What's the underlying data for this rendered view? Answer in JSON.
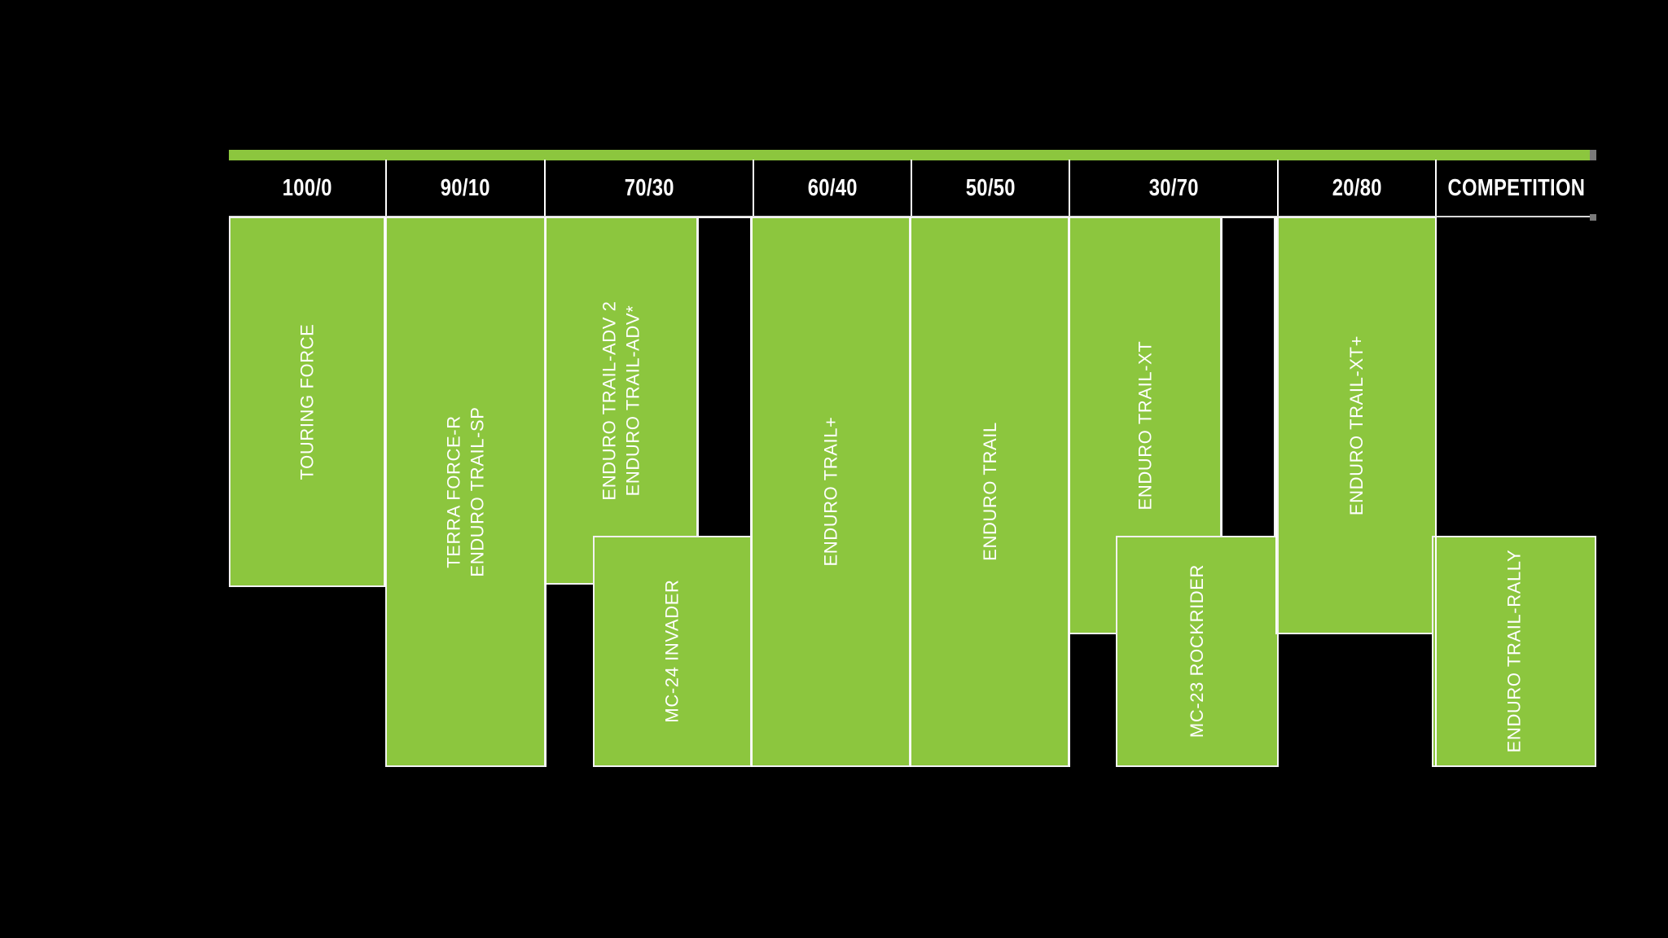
{
  "chart_data": {
    "type": "bar",
    "title": "",
    "xlabel": "",
    "ylabel": "",
    "legend": [],
    "grid": false,
    "categories": [
      "100/0",
      "90/10",
      "70/30",
      "60/40",
      "50/50",
      "30/70",
      "20/80",
      "COMPETITION"
    ],
    "category_meaning": "on-road / off-road usage ratio",
    "colors": {
      "bar": "#8CC63E",
      "background": "#000000",
      "outline": "#FFFFFF",
      "label_text": "#FFFFFF"
    },
    "series": [
      {
        "name": "ENDURO TRAIL-RALLY",
        "category": "COMPETITION",
        "span_start": "COMPETITION",
        "span_end": "COMPETITION",
        "band": "lower",
        "label_lines": [
          "ENDURO TRAIL-RALLY"
        ]
      }
    ],
    "blocks": [
      {
        "label_lines": [
          "TOURING FORCE"
        ],
        "categories": [
          "100/0"
        ],
        "band": "upper"
      },
      {
        "label_lines": [
          "TERRA FORCE-R",
          "ENDURO TRAIL-SP"
        ],
        "categories": [
          "90/10"
        ],
        "band": "full"
      },
      {
        "label_lines": [
          "ENDURO TRAIL-ADV 2",
          "ENDURO TRAIL-ADV*"
        ],
        "categories": [
          "70/30"
        ],
        "band": "upper"
      },
      {
        "label_lines": [
          "MC-24 INVADER"
        ],
        "categories": [
          "70/30",
          "60/40"
        ],
        "band": "lower"
      },
      {
        "label_lines": [
          "ENDURO TRAIL+"
        ],
        "categories": [
          "60/40"
        ],
        "band": "full"
      },
      {
        "label_lines": [
          "ENDURO TRAIL"
        ],
        "categories": [
          "50/50"
        ],
        "band": "full"
      },
      {
        "label_lines": [
          "ENDURO TRAIL-XT"
        ],
        "categories": [
          "30/70"
        ],
        "band": "upper"
      },
      {
        "label_lines": [
          "MC-23 ROCKRIDER"
        ],
        "categories": [
          "30/70",
          "20/80"
        ],
        "band": "lower"
      },
      {
        "label_lines": [
          "ENDURO TRAIL-XT+"
        ],
        "categories": [
          "20/80"
        ],
        "band": "upper"
      },
      {
        "label_lines": [
          "ENDURO TRAIL-RALLY"
        ],
        "categories": [
          "COMPETITION"
        ],
        "band": "lower"
      }
    ]
  },
  "header": {
    "cells": [
      {
        "label": "100/0"
      },
      {
        "label": "90/10"
      },
      {
        "label": "70/30"
      },
      {
        "label": "60/40"
      },
      {
        "label": "50/50"
      },
      {
        "label": "30/70"
      },
      {
        "label": "20/80"
      },
      {
        "label": "COMPETITION"
      }
    ]
  },
  "blocks": {
    "touring_force": {
      "line1": "TOURING FORCE"
    },
    "terra_force_r": {
      "line1": "TERRA FORCE-R",
      "line2": "ENDURO TRAIL-SP"
    },
    "enduro_trail_adv2": {
      "line1": "ENDURO TRAIL-ADV 2",
      "line2": "ENDURO TRAIL-ADV*"
    },
    "mc24_invader": {
      "line1": "MC-24 INVADER"
    },
    "enduro_trail_plus": {
      "line1": "ENDURO TRAIL+"
    },
    "enduro_trail": {
      "line1": "ENDURO TRAIL"
    },
    "enduro_trail_xt": {
      "line1": "ENDURO TRAIL-XT"
    },
    "mc23_rockrider": {
      "line1": "MC-23 ROCKRIDER"
    },
    "enduro_trail_xt_plus": {
      "line1": "ENDURO TRAIL-XT+"
    },
    "enduro_trail_rally": {
      "line1": "ENDURO TRAIL-RALLY"
    }
  }
}
